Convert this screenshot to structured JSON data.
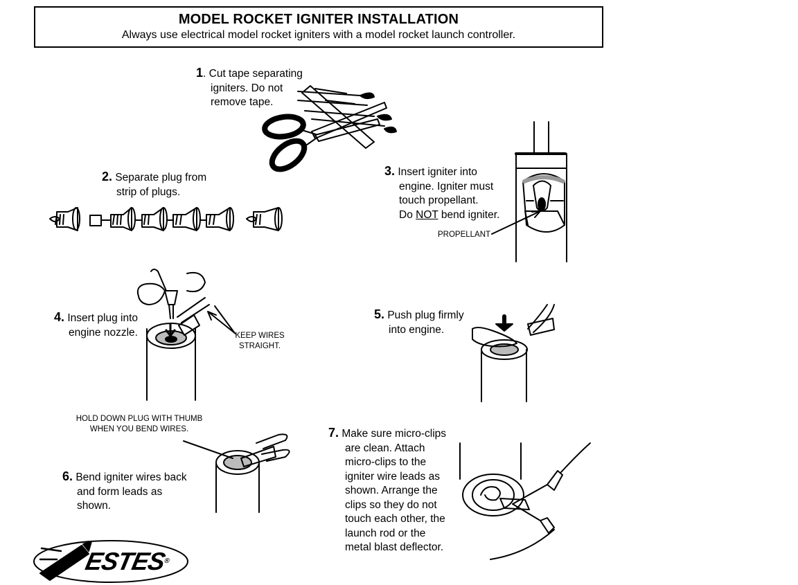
{
  "header": {
    "title": "MODEL ROCKET IGNITER INSTALLATION",
    "subtitle": "Always use electrical model rocket igniters with a model rocket launch controller."
  },
  "steps": [
    {
      "num": "1",
      "lines": [
        ". Cut tape separating",
        "igniters.  Do not",
        "remove tape."
      ]
    },
    {
      "num": "2.",
      "lines": [
        " Separate plug from",
        "strip of plugs."
      ]
    },
    {
      "num": "3.",
      "lines": [
        " Insert igniter into",
        "engine. Igniter must",
        "touch propellant.",
        "Do ",
        "NOT",
        " bend igniter."
      ]
    },
    {
      "num": "4.",
      "lines": [
        " Insert plug into",
        "engine nozzle."
      ]
    },
    {
      "num": "5.",
      "lines": [
        " Push plug firmly",
        "into engine."
      ]
    },
    {
      "num": "6.",
      "lines": [
        " Bend igniter wires back",
        "and form leads as",
        "shown."
      ]
    },
    {
      "num": "7.",
      "lines": [
        " Make sure micro-clips",
        "are clean.  Attach",
        "micro-clips to the",
        "igniter wire leads as",
        "shown.  Arrange the",
        "clips so they do not",
        "touch each other, the",
        "launch rod or the",
        "metal blast deflector."
      ]
    }
  ],
  "labels": {
    "propellant": "PROPELLANT",
    "keep_wires_1": "KEEP WIRES",
    "keep_wires_2": "STRAIGHT.",
    "hold_down_1": "HOLD DOWN PLUG WITH THUMB",
    "hold_down_2": "WHEN YOU BEND WIRES."
  },
  "logo": {
    "text": "ESTES",
    "mark": "®"
  }
}
